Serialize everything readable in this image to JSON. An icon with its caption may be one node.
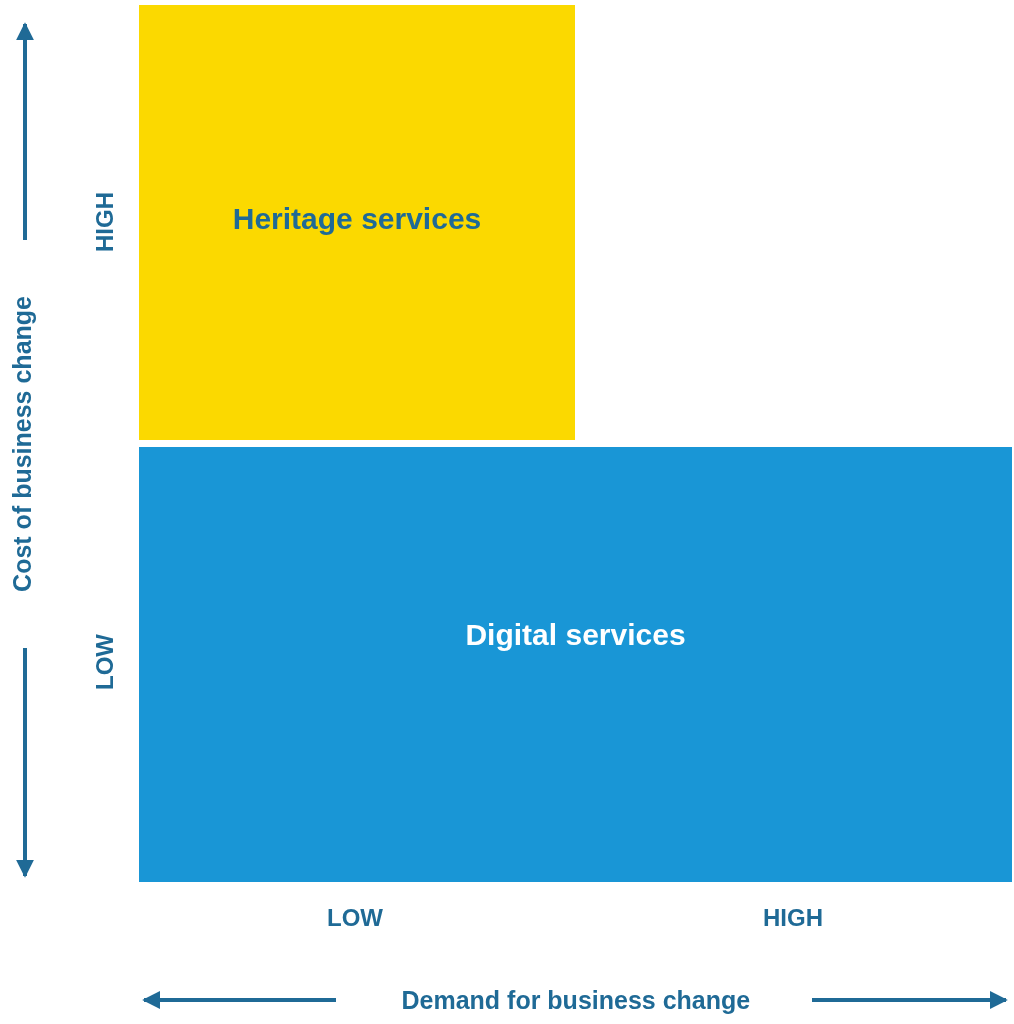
{
  "diagram": {
    "nodes": [
      {
        "text": [
          "Heritage services"
        ]
      },
      {
        "text": [
          "Digital services"
        ]
      }
    ],
    "labels": [
      "HIGH",
      "LOW",
      "LOW",
      "HIGH",
      "Cost of business change",
      "Demand for business change"
    ]
  }
}
